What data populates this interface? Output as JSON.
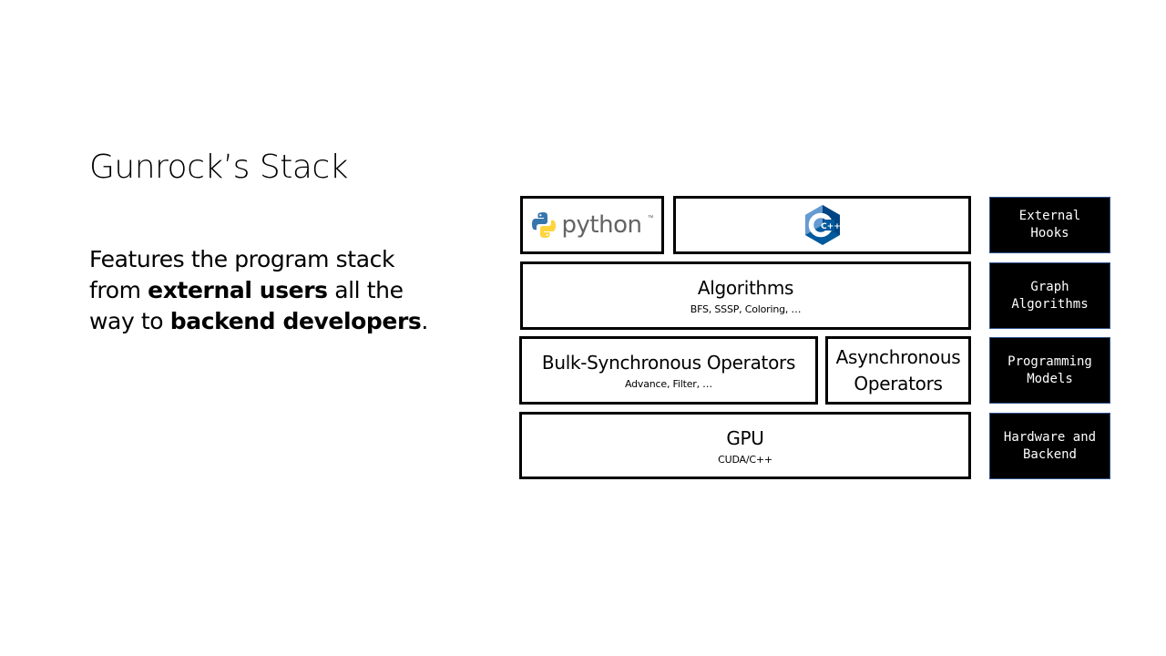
{
  "slide": {
    "title": "Gunrock’s Stack",
    "body": {
      "part1": "Features the program stack from ",
      "bold1": "external users",
      "part2": " all the way to ",
      "bold2": "backend developers",
      "part3": "."
    }
  },
  "stack": {
    "python_logo_text": "python",
    "python_tm": "™",
    "cpp_logo_text": "C++",
    "algorithms": {
      "title": "Algorithms",
      "subtitle": "BFS, SSSP,  Coloring, …"
    },
    "bulk_sync": {
      "title": "Bulk-Synchronous Operators",
      "subtitle": "Advance, Filter, …"
    },
    "async": {
      "line1": "Asynchronous",
      "line2": "Operators"
    },
    "gpu": {
      "title": "GPU",
      "subtitle": "CUDA/C++"
    }
  },
  "layer_labels": [
    {
      "line1": "External",
      "line2": "Hooks"
    },
    {
      "line1": "Graph",
      "line2": "Algorithms"
    },
    {
      "line1": "Programming",
      "line2": "Models"
    },
    {
      "line1": "Hardware and",
      "line2": "Backend"
    }
  ],
  "colors": {
    "python_blue": "#3776ab",
    "python_yellow": "#ffd43b",
    "cpp_blue": "#00599c",
    "cpp_light": "#659ad2",
    "label_border": "#2f528f"
  }
}
